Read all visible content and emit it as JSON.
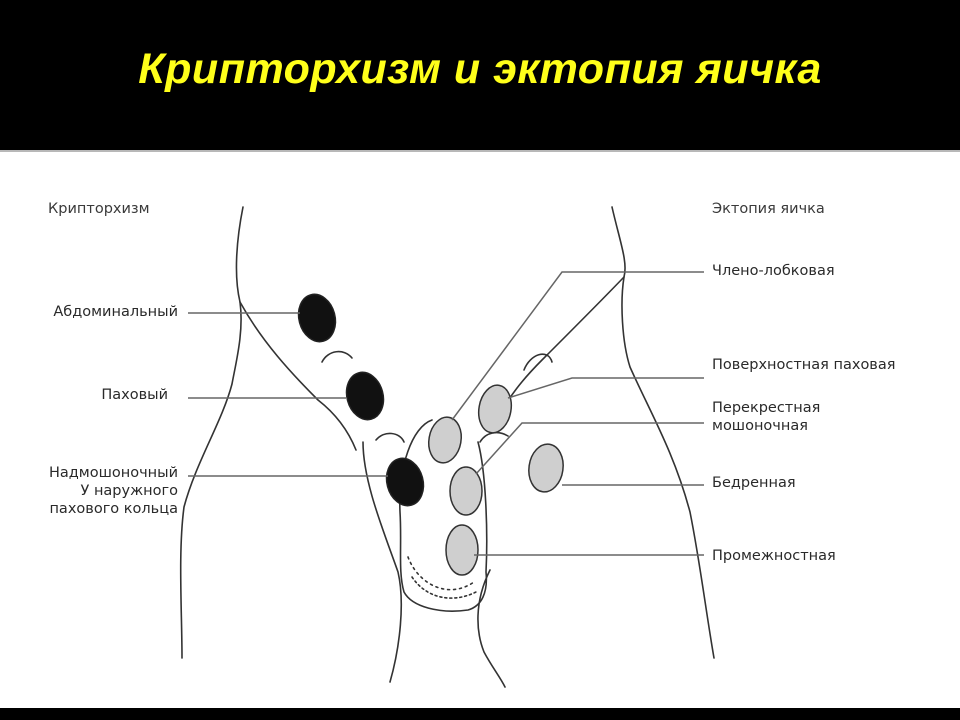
{
  "slide": {
    "title": "Крипторхизм и эктопия яичка"
  },
  "diagram": {
    "left_heading": "Крипторхизм",
    "right_heading": "Эктопия яичка",
    "cryptorchidism_labels": {
      "abdominal": "Абдоминальный",
      "inguinal": "Паховый",
      "suprascrotal_line1": "Надмошоночный",
      "suprascrotal_line2": "У наружного",
      "suprascrotal_line3": "пахового кольца"
    },
    "ectopia_labels": {
      "penopubic": "Члено-лобковая",
      "superficial_inguinal": "Поверхностная паховая",
      "crossed_scrotal_line1": "Перекрестная",
      "crossed_scrotal_line2": "мошоночная",
      "femoral": "Бедренная",
      "perineal": "Промежностная"
    },
    "colors": {
      "header_bg": "#000000",
      "title_text": "#ffff1a",
      "panel_bg": "#ffffff",
      "cryptorchid_testis": "#111111",
      "ectopic_testis": "#cfcfcf",
      "outline": "#333333",
      "leader_line": "#666666"
    }
  }
}
